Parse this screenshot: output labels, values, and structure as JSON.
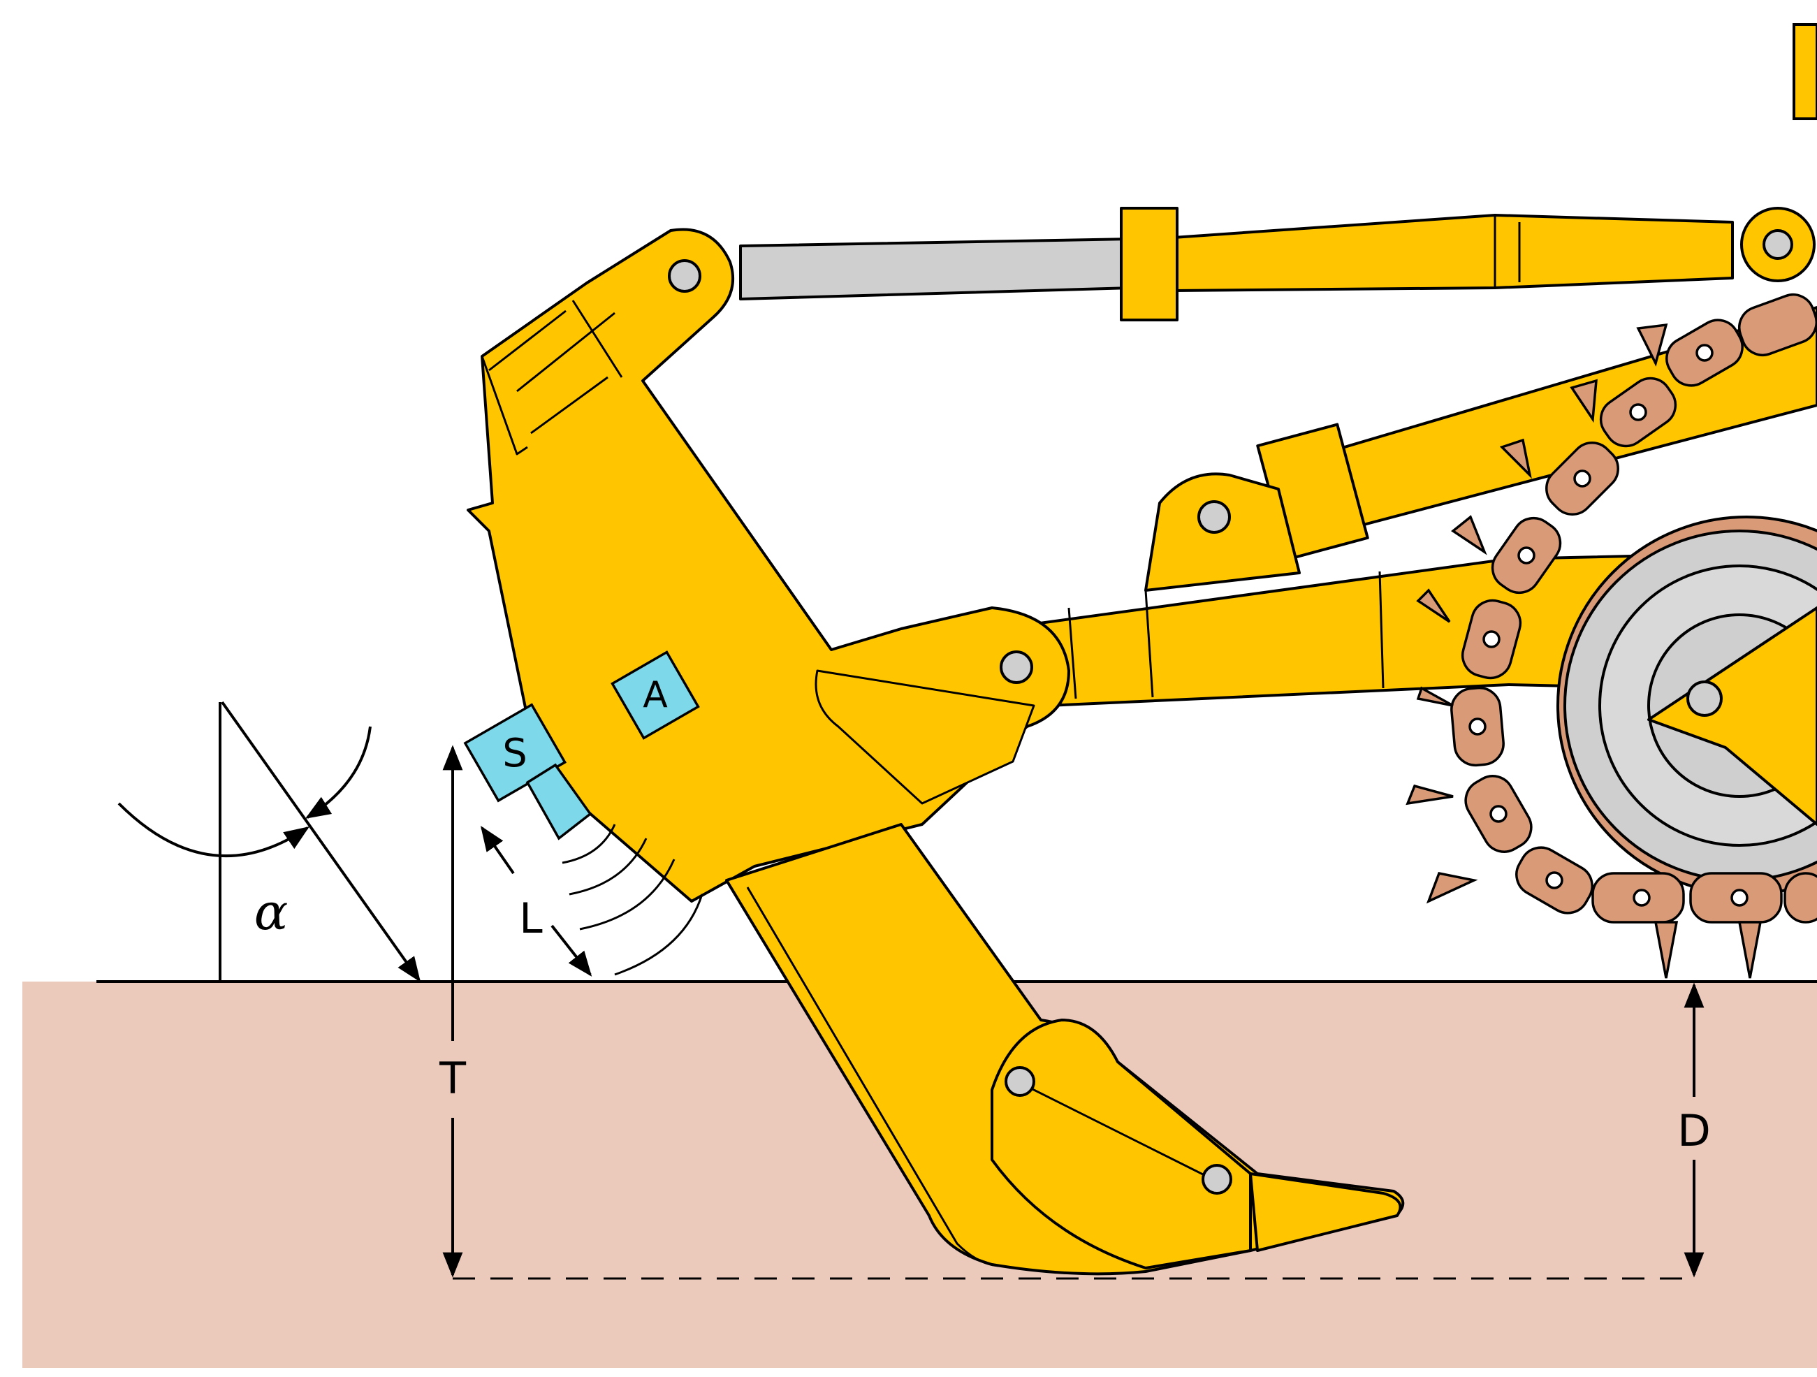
{
  "labels": {
    "sensor_s": "S",
    "sensor_a": "A",
    "angle_alpha": "α",
    "length_l": "L",
    "depth_t": "T",
    "depth_d": "D"
  },
  "colors": {
    "machine_yellow": "#FFC600",
    "ground": "#EBC9BB",
    "track": "#D99A78",
    "rod": "#CFCFCF",
    "sensor": "#7DD8EA",
    "outline": "#000000"
  }
}
